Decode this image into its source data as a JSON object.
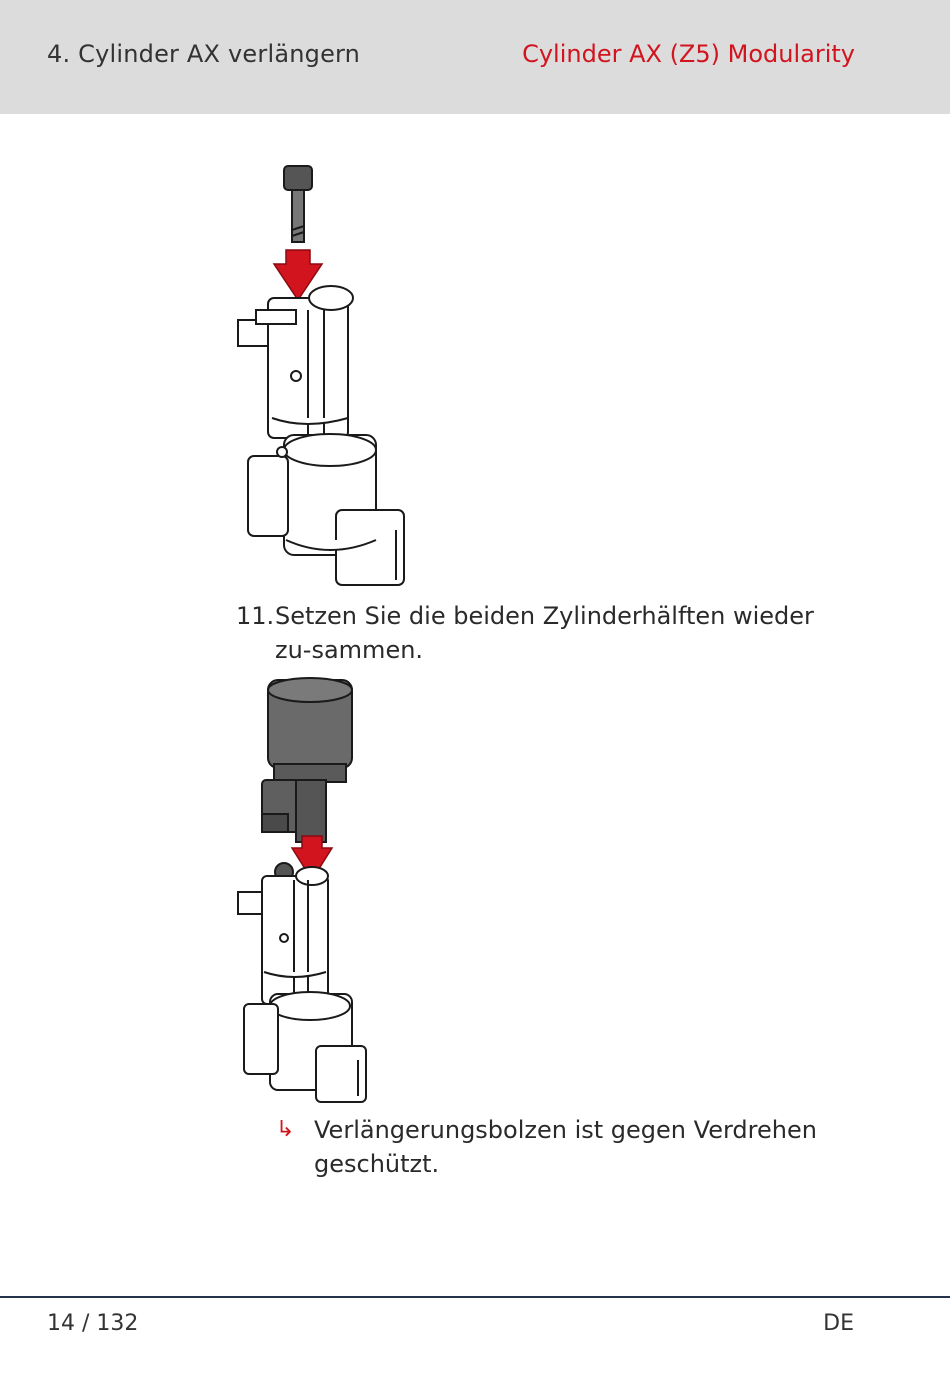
{
  "header": {
    "chapter": "4. Cylinder AX verlängern",
    "product": "Cylinder AX (Z5) Modularity"
  },
  "step": {
    "number": "11.",
    "text": "Setzen Sie die beiden Zylinderhälften wieder zu-sammen."
  },
  "result": {
    "icon": "result-arrow-icon",
    "text": "Verlängerungsbolzen ist gegen Verdrehen geschützt."
  },
  "footer": {
    "page": "14 / 132",
    "language": "DE"
  },
  "colors": {
    "accent": "#d2141e",
    "header_bg": "#dcdcdd",
    "footer_rule": "#24324a"
  }
}
